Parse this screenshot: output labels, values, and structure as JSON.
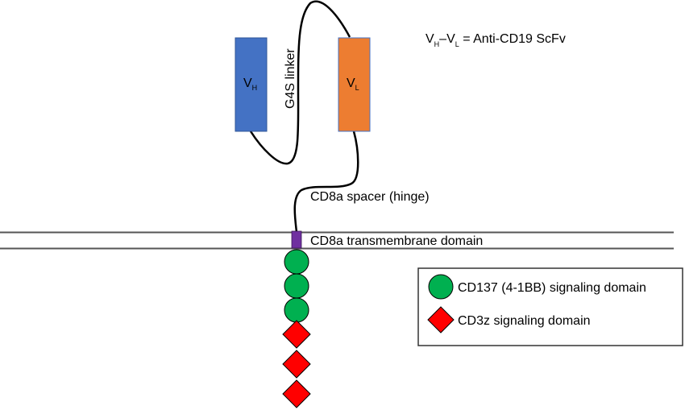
{
  "title_equation": {
    "vh_main": "V",
    "vh_sub": "H",
    "dash": "–",
    "vl_main": "V",
    "vl_sub": "L",
    "rest": " = Anti-CD19 ScFv"
  },
  "domains": {
    "vh": {
      "main": "V",
      "sub": "H",
      "color": "#4472C4"
    },
    "vl": {
      "main": "V",
      "sub": "L",
      "color": "#ED7D31"
    },
    "linker": "G4S linker",
    "spacer": "CD8a spacer (hinge)",
    "transmembrane": {
      "label": "CD8a transmembrane domain",
      "color": "#7030A0"
    }
  },
  "intracellular": {
    "cd137_count": 3,
    "cd3z_count": 3,
    "cd137_color": "#00B050",
    "cd3z_color": "#FF0000"
  },
  "legend": {
    "items": [
      {
        "shape": "circle",
        "label": "CD137 (4-1BB) signaling domain"
      },
      {
        "shape": "diamond",
        "label": "CD3z signaling domain"
      }
    ]
  }
}
